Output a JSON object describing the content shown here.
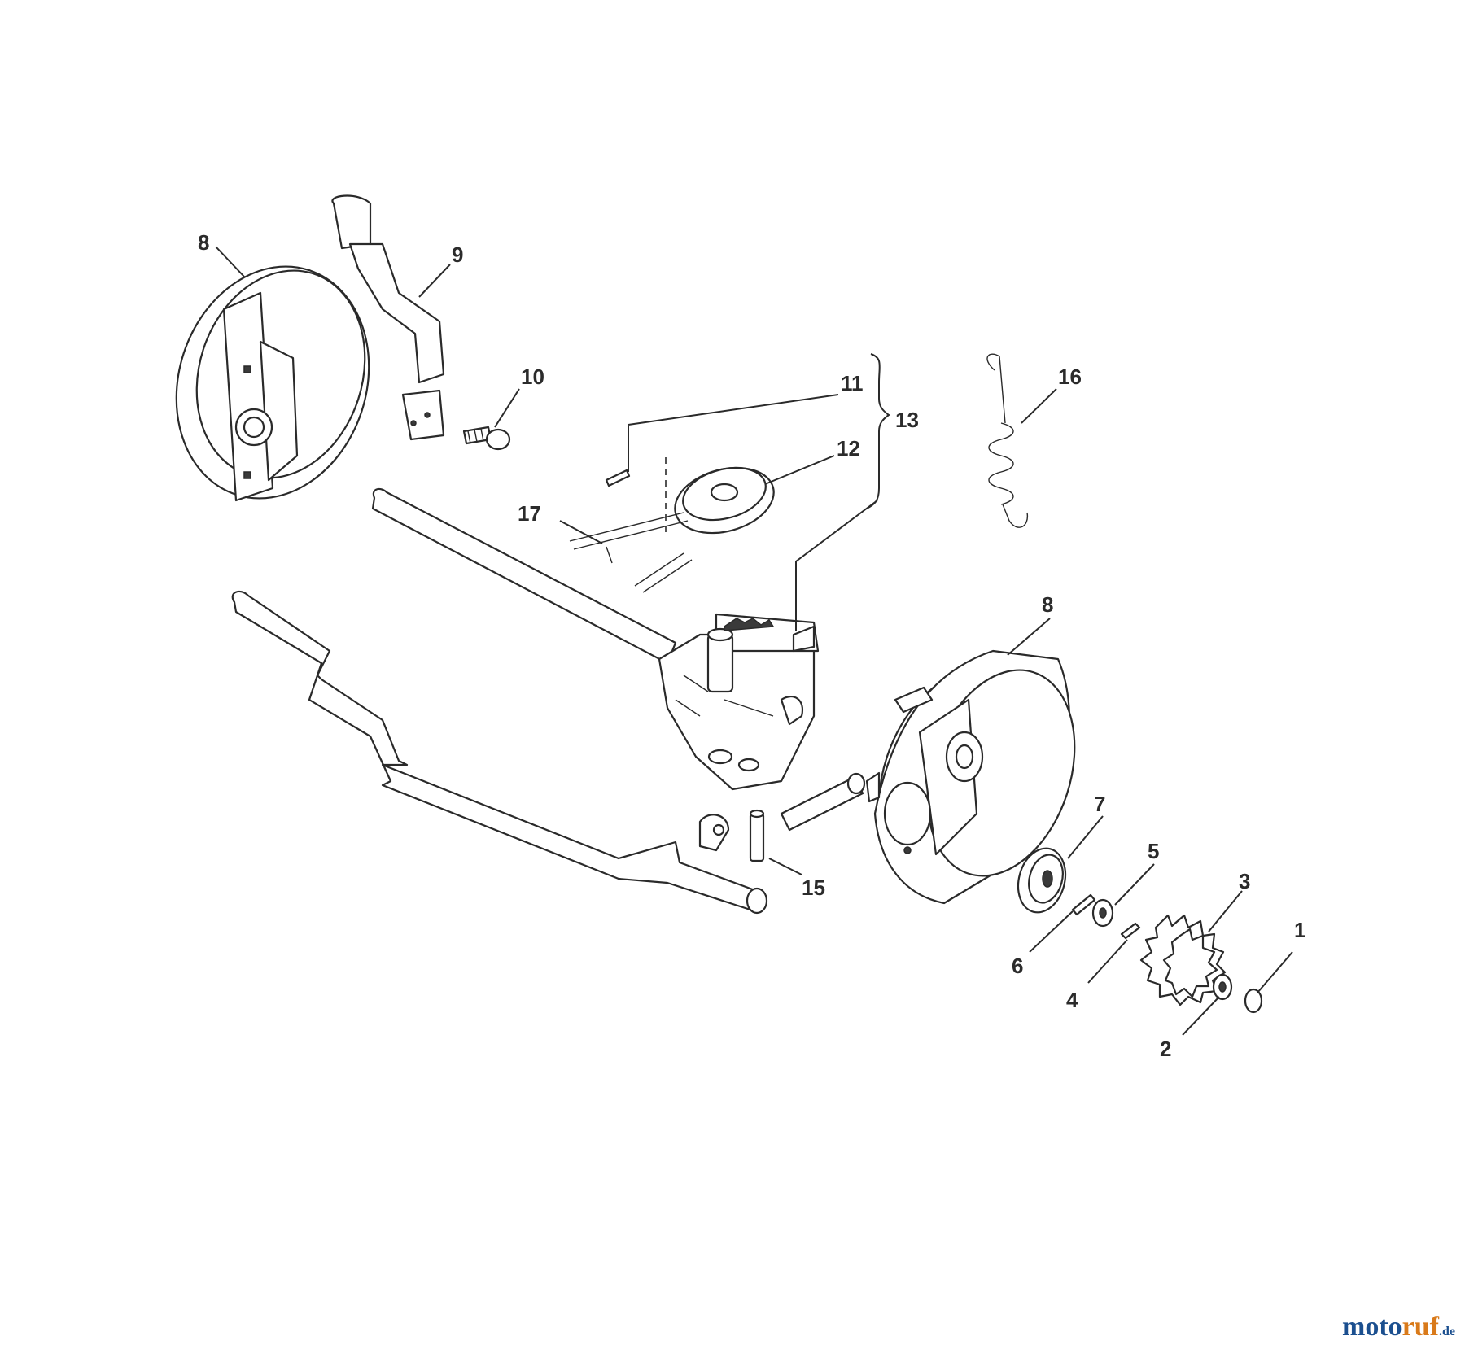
{
  "callouts": {
    "c1": "1",
    "c2": "2",
    "c3": "3",
    "c4": "4",
    "c5": "5",
    "c6": "6",
    "c7": "7",
    "c8a": "8",
    "c8b": "8",
    "c9": "9",
    "c10": "10",
    "c11": "11",
    "c12": "12",
    "c13": "13",
    "c15": "15",
    "c16": "16",
    "c17": "17"
  },
  "watermark": {
    "part1": "moto",
    "part2": "ruf",
    "part3": ".de"
  }
}
